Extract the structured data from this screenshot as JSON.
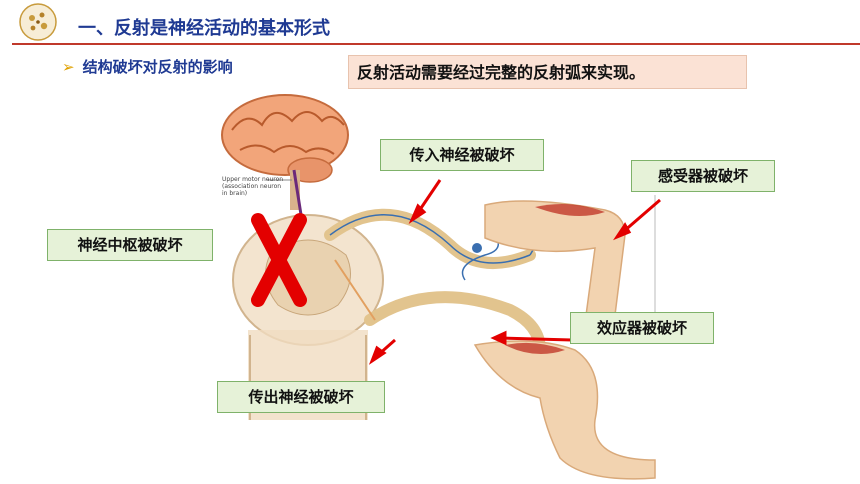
{
  "header": {
    "title": "一、反射是神经活动的基本形式"
  },
  "section": {
    "bullet": "➢",
    "title": "结构破坏对反射的影响"
  },
  "note": "反射活动需要经过完整的反射弧来实现。",
  "labels": {
    "afferent": "传入神经被破坏",
    "receptor": "感受器被破坏",
    "center": "神经中枢被破坏",
    "effector": "效应器被破坏",
    "efferent": "传出神经被破坏"
  },
  "diagram": {
    "caption_line1": "Upper motor neuron",
    "caption_line2": "(association neuron",
    "caption_line3": "in brain)"
  },
  "colors": {
    "title": "#1f3a93",
    "accent_line": "#c0392b",
    "cross": "#e30000",
    "arrow": "#e30000",
    "label_bg": "#e6f2d8",
    "note_bg": "#fbe2d5"
  }
}
